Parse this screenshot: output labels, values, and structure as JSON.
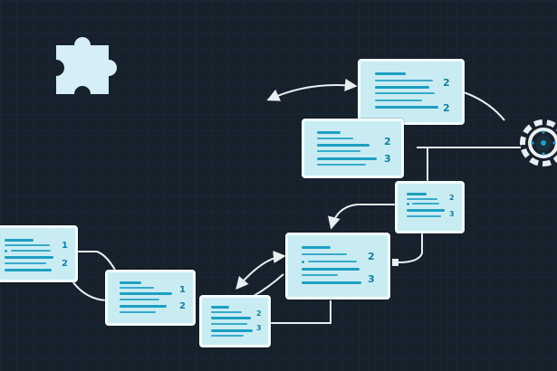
{
  "diagram": {
    "cards": [
      {
        "id": "card-a",
        "labels": [
          "2",
          "2"
        ]
      },
      {
        "id": "card-b",
        "labels": [
          "2",
          "3"
        ]
      },
      {
        "id": "card-c",
        "labels": [
          "2",
          "3"
        ]
      },
      {
        "id": "card-d",
        "labels": [
          "2",
          "3"
        ]
      },
      {
        "id": "card-e",
        "labels": [
          "1",
          "2"
        ]
      },
      {
        "id": "card-f",
        "labels": [
          "1",
          "2"
        ]
      },
      {
        "id": "card-g",
        "labels": [
          "2",
          "3"
        ]
      }
    ],
    "icons": [
      "puzzle-piece-icon",
      "gear-icon"
    ],
    "colors": {
      "background": "#16212c",
      "card_fill": "#c9ecf3",
      "card_border": "#f2fbfd",
      "accent": "#1e9fc2",
      "connector": "#e8eef2",
      "puzzle": "#d6eef5"
    }
  }
}
